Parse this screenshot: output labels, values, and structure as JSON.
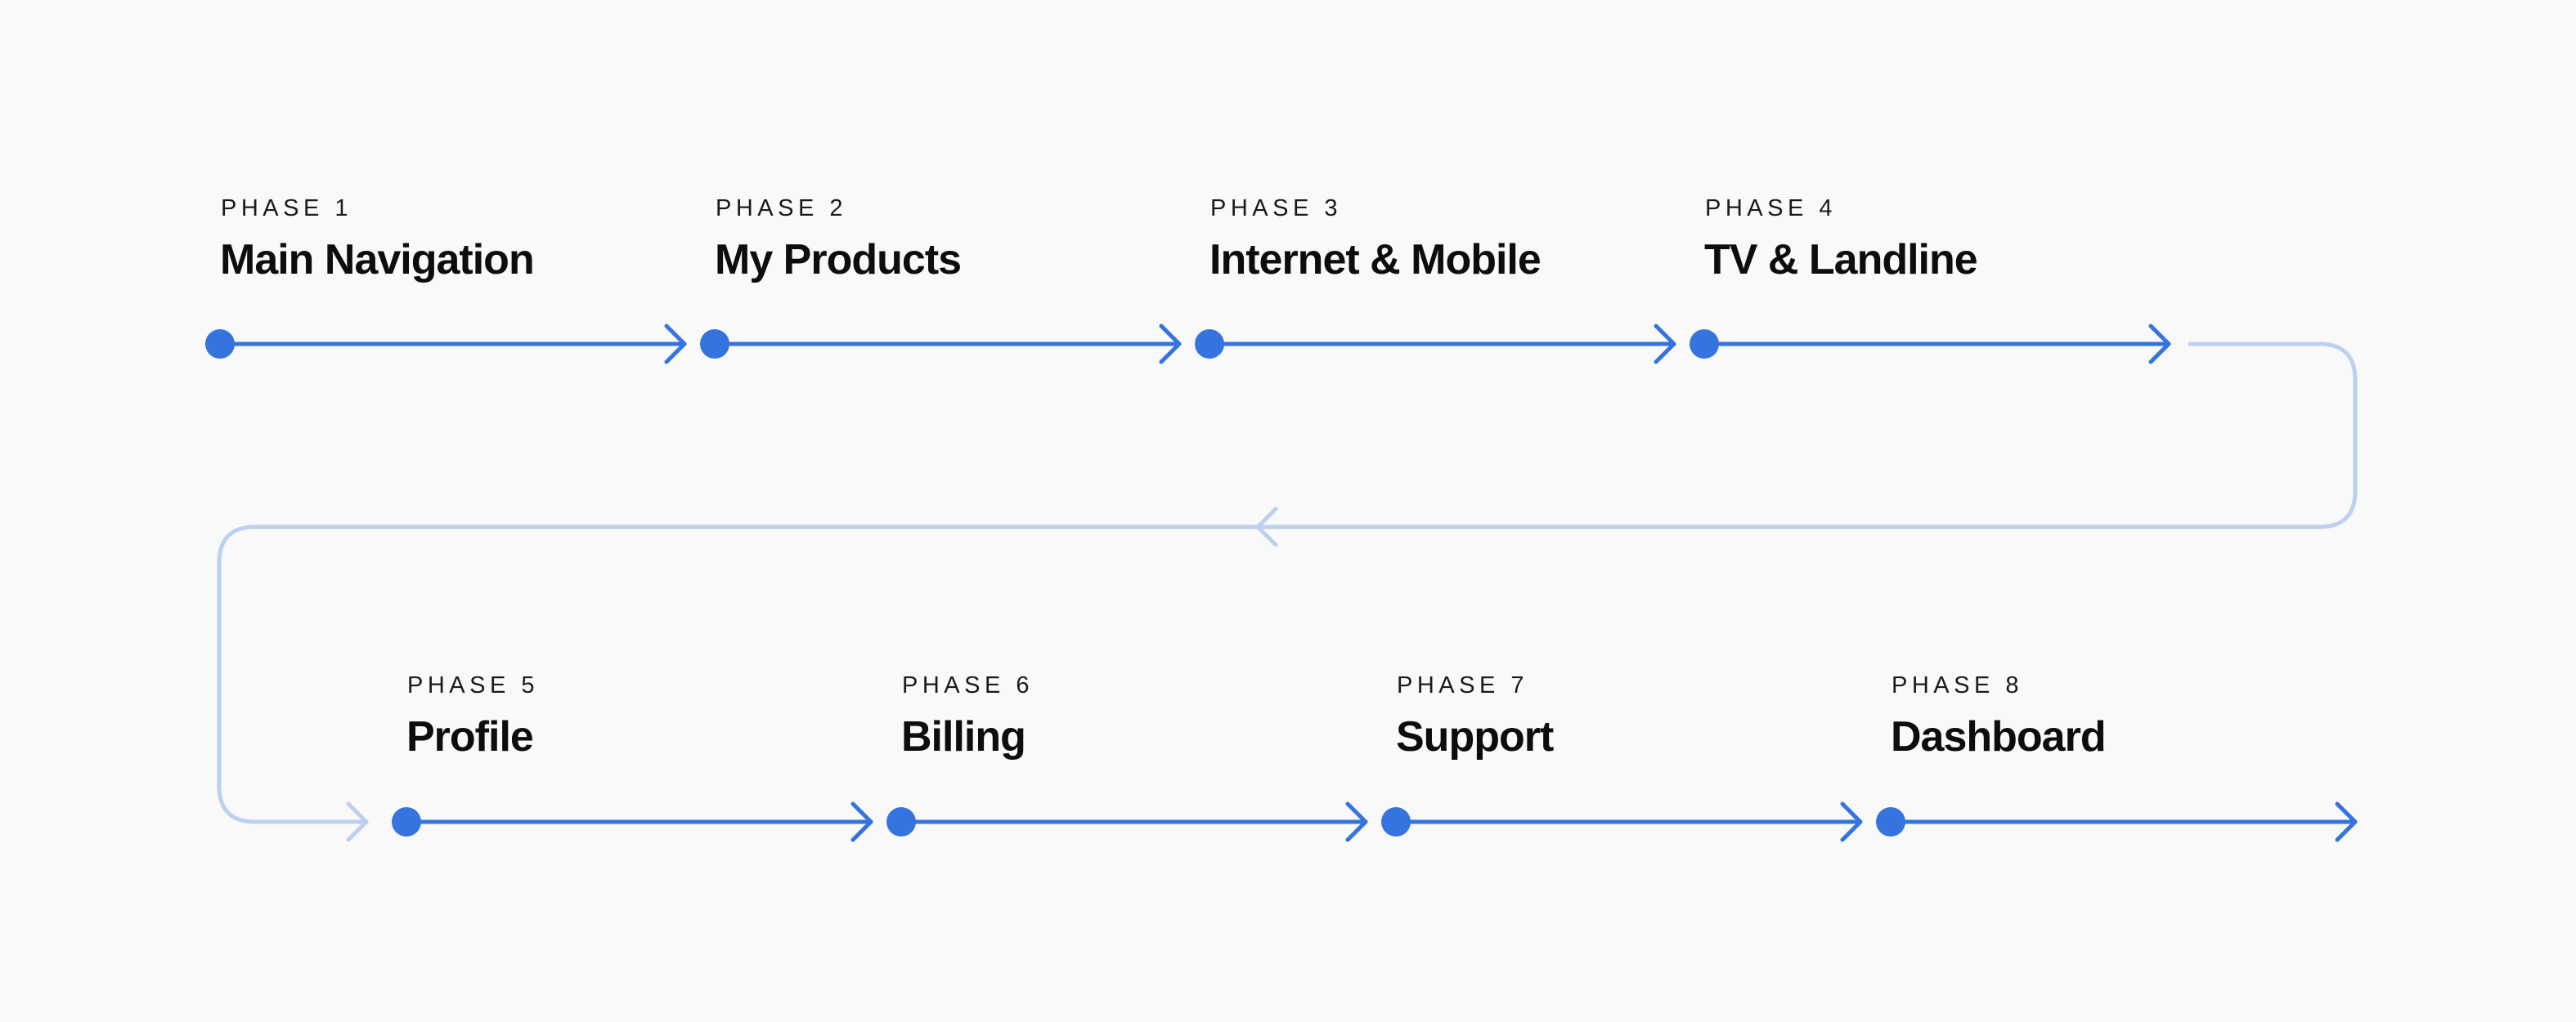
{
  "colors": {
    "background": "#f9f9f9",
    "step_line": "#3574de",
    "connector_line": "#bcd0ef",
    "text_primary": "#0d0d0d"
  },
  "phases": [
    {
      "label": "PHASE 1",
      "title": "Main Navigation"
    },
    {
      "label": "PHASE 2",
      "title": "My Products"
    },
    {
      "label": "PHASE 3",
      "title": "Internet & Mobile"
    },
    {
      "label": "PHASE 4",
      "title": "TV & Landline"
    },
    {
      "label": "PHASE 5",
      "title": "Profile"
    },
    {
      "label": "PHASE 6",
      "title": "Billing"
    },
    {
      "label": "PHASE 7",
      "title": "Support"
    },
    {
      "label": "PHASE 8",
      "title": "Dashboard"
    }
  ]
}
